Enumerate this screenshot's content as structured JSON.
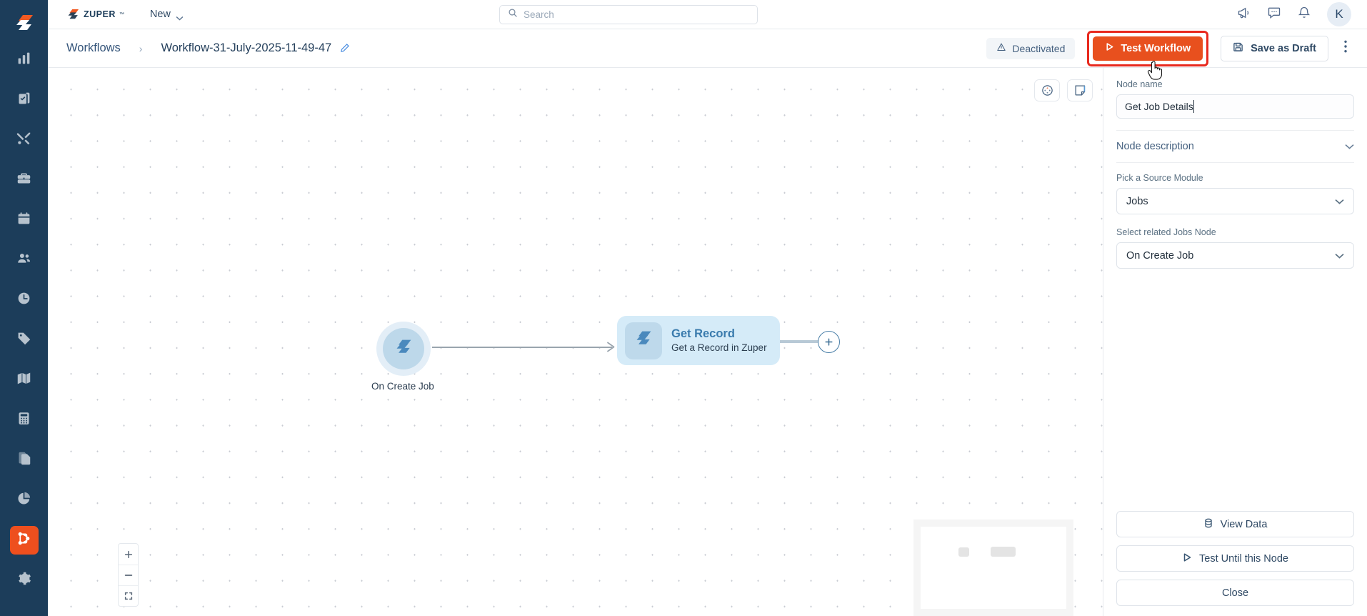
{
  "brand": {
    "name": "ZUPER",
    "tm": "™"
  },
  "topbar": {
    "new_label": "New",
    "search_placeholder": "Search",
    "search_value": "",
    "avatar_initial": "K",
    "icons": [
      "megaphone-icon",
      "chat-icon",
      "bell-icon"
    ]
  },
  "sidebar": {
    "items": [
      {
        "name": "analytics",
        "icon": "bar-chart-icon",
        "active": false
      },
      {
        "name": "tasks",
        "icon": "clipboard-check-icon",
        "active": false
      },
      {
        "name": "tools",
        "icon": "tools-icon",
        "active": false
      },
      {
        "name": "jobs",
        "icon": "briefcase-icon",
        "active": false
      },
      {
        "name": "scheduling",
        "icon": "calendar-icon",
        "active": false
      },
      {
        "name": "teams",
        "icon": "users-icon",
        "active": false
      },
      {
        "name": "timesheet",
        "icon": "clock-icon",
        "active": false
      },
      {
        "name": "tags",
        "icon": "tag-icon",
        "active": false
      },
      {
        "name": "maps",
        "icon": "map-icon",
        "active": false
      },
      {
        "name": "quotes",
        "icon": "calculator-icon",
        "active": false
      },
      {
        "name": "documents",
        "icon": "documents-icon",
        "active": false
      },
      {
        "name": "reports",
        "icon": "pie-chart-icon",
        "active": false
      },
      {
        "name": "workflows",
        "icon": "workflow-icon",
        "active": true
      },
      {
        "name": "settings",
        "icon": "gear-icon",
        "active": false
      }
    ]
  },
  "header": {
    "breadcrumb_root": "Workflows",
    "breadcrumb_sep": "›",
    "title": "Workflow-31-July-2025-11-49-47",
    "status_label": "Deactivated",
    "test_workflow_label": "Test Workflow",
    "save_draft_label": "Save as Draft",
    "highlight_color": "#e8291e",
    "accent_color": "#e8501e"
  },
  "canvas": {
    "tools": [
      {
        "name": "pan-control-icon"
      },
      {
        "name": "sticky-note-icon"
      }
    ],
    "zoom_controls": [
      {
        "name": "zoom-in",
        "glyph": "+"
      },
      {
        "name": "zoom-out",
        "glyph": "−"
      },
      {
        "name": "fit-view",
        "glyph": "⛶"
      }
    ],
    "nodes": [
      {
        "id": "trigger",
        "type": "trigger",
        "label": "On Create Job",
        "icon": "zuper-logo-icon"
      },
      {
        "id": "action",
        "type": "action",
        "title": "Get Record",
        "subtitle": "Get a Record in Zuper",
        "icon": "zuper-logo-icon"
      }
    ],
    "add_node_label": "+"
  },
  "panel": {
    "node_name_label": "Node name",
    "node_name_value": "Get Job Details",
    "node_description_label": "Node description",
    "source_module_label": "Pick a Source Module",
    "source_module_value": "Jobs",
    "related_node_label": "Select related Jobs Node",
    "related_node_value": "On Create Job",
    "buttons": [
      {
        "name": "view-data",
        "label": "View Data",
        "icon": "database-icon"
      },
      {
        "name": "test-until-node",
        "label": "Test Until this Node",
        "icon": "play-icon"
      },
      {
        "name": "close",
        "label": "Close",
        "icon": ""
      }
    ]
  }
}
